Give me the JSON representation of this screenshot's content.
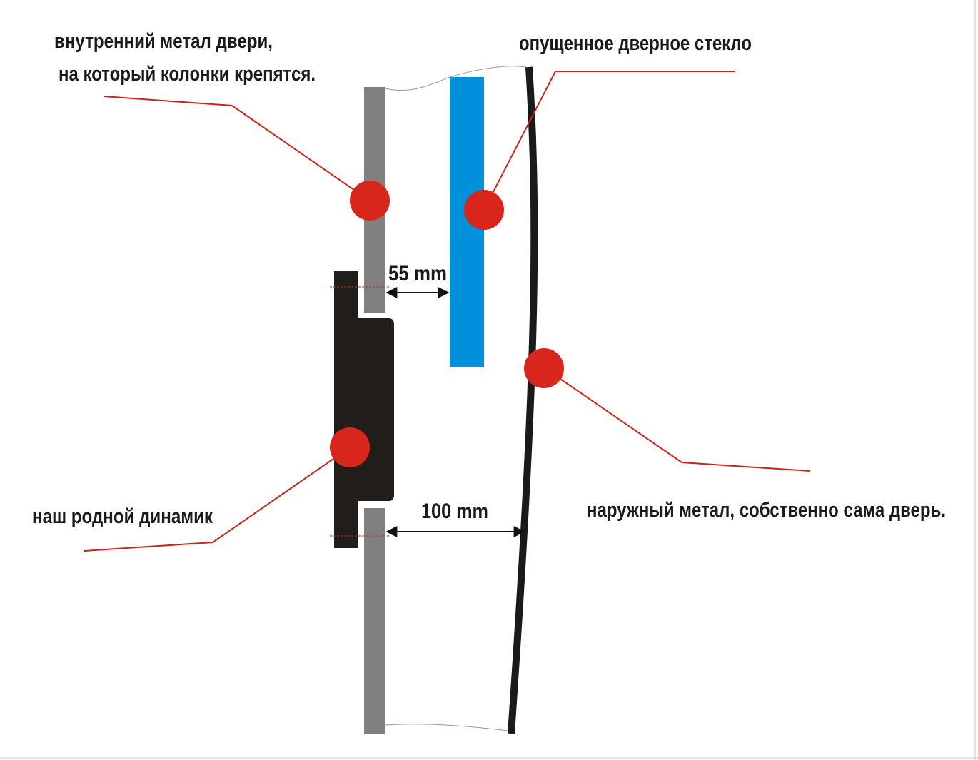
{
  "labels": {
    "inner_metal_line1": "внутренний метал двери,",
    "inner_metal_line2": "на который колонки крепятся.",
    "glass": "опущенное дверное стекло",
    "speaker": "наш родной динамик",
    "outer_metal": "наружный метал, собственно сама дверь."
  },
  "dimensions": {
    "gap_glass": "55 mm",
    "gap_outer": "100 mm"
  },
  "colors": {
    "inner_metal": "#808080",
    "glass": "#0090dc",
    "speaker": "#211d1b",
    "outer_metal": "#1a1a1a",
    "marker": "#d9261c",
    "leader": "#c8241c",
    "dimension_arrow": "#111111"
  }
}
